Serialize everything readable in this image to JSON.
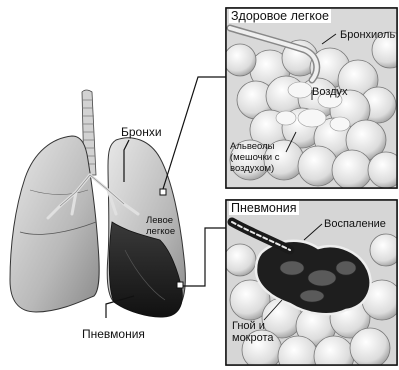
{
  "labels": {
    "healthy_title": "Здоровое легкое",
    "bronchiole": "Бронхиоль",
    "air": "Воздух",
    "alveoli": [
      "Альвеолы",
      "(мешочки с",
      "воздухом)"
    ],
    "bronchi": "Бронхи",
    "left_lung": [
      "Левое",
      "легкое"
    ],
    "pneumonia_title": "Пневмония",
    "inflammation": "Воспаление",
    "pus": [
      "Гной и",
      "мокрота"
    ],
    "pneumonia_label": "Пневмония"
  },
  "colors": {
    "ink": "#111111",
    "lung_light": "#d4d4d4",
    "lung_mid": "#9a9a9a",
    "lung_dark": "#262626",
    "alveoli": "#e6e6e6",
    "trachea": "#cfcfcf"
  }
}
